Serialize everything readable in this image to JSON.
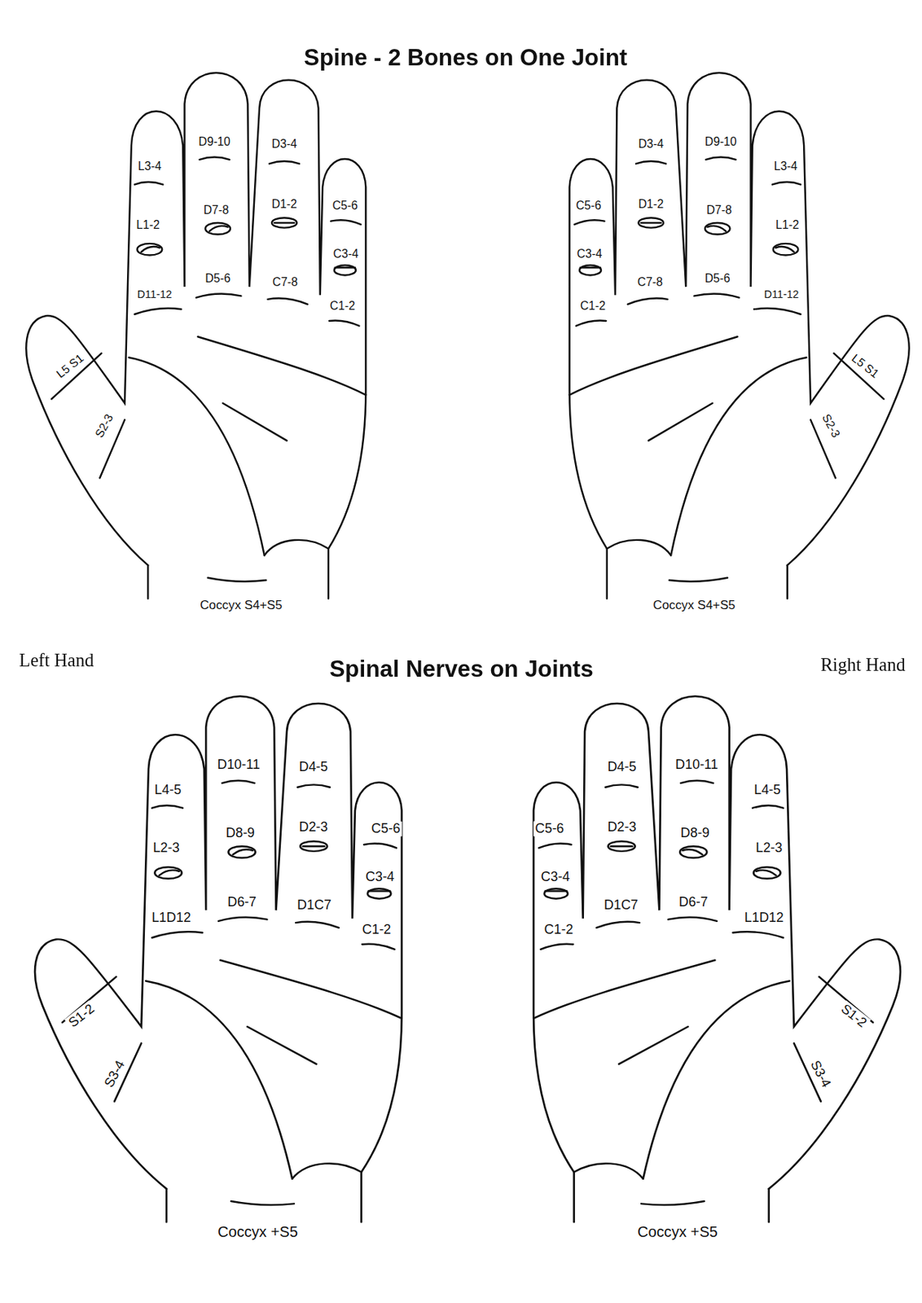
{
  "diagram": {
    "title": "Spine - 2 Bones on One Joint",
    "labels": [
      "L3-4",
      "D9-10",
      "D3-4",
      "C5-6",
      "L1-2",
      "D7-8",
      "D1-2",
      "C3-4",
      "D11-12",
      "D5-6",
      "C7-8",
      "C1-2",
      "L5 S1",
      "S2-3",
      "Coccyx S4+S5",
      "D3-4",
      "D9-10",
      "L3-4",
      "C5-6",
      "D1-2",
      "D7-8",
      "L1-2",
      "C3-4",
      "C1-2",
      "C7-8",
      "D5-6",
      "D11-12",
      "L5 S1",
      "S2-3",
      "Coccyx S4+S5",
      "Left Hand",
      "Spinal Nerves on Joints",
      "Right Hand",
      "L4-5",
      "D10-11",
      "D4-5",
      "C5-6",
      "L2-3",
      "D8-9",
      "D2-3",
      "C3-4",
      "L1D12",
      "D6-7",
      "D1C7",
      "C1-2",
      "S1-2",
      "S3-4",
      "Coccyx +S5",
      "D4-5",
      "D10-11",
      "L4-5",
      "C5-6",
      "D2-3",
      "D8-9",
      "L2-3",
      "C3-4",
      "C1-2",
      "D1C7",
      "D6-7",
      "L1D12",
      "S1-2",
      "S3-4",
      "Coccyx +S5"
    ]
  }
}
